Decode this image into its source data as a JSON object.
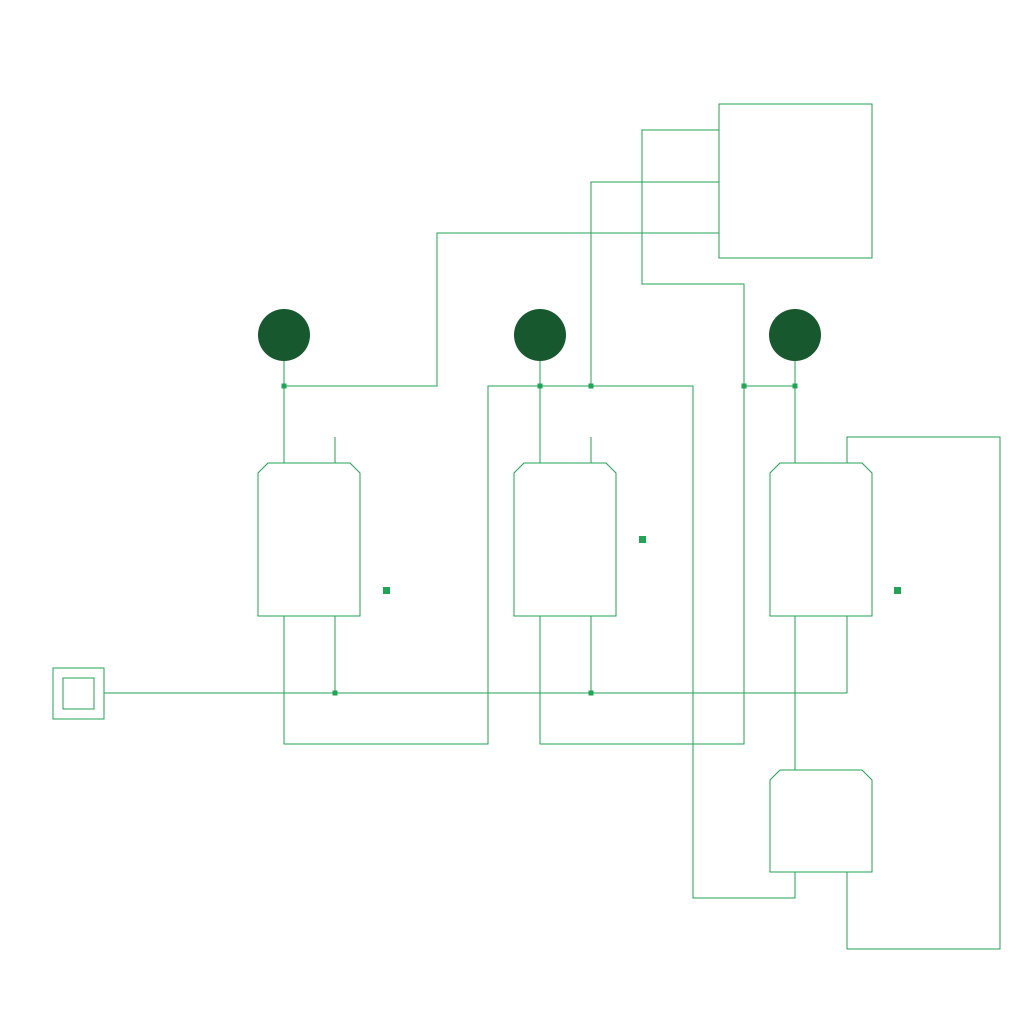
{
  "colors": {
    "background": "#ffffff",
    "wire": "#22a356",
    "block_outline": "#22a356",
    "junction": "#22a356",
    "port_marker": "#22a356",
    "lamp_fill": "#17582f"
  },
  "diagram": {
    "lamps": [
      "lamp-1",
      "lamp-2",
      "lamp-3"
    ],
    "gates": [
      "gate-1",
      "gate-2",
      "gate-3",
      "gate-4"
    ],
    "blocks": [
      "output-block"
    ],
    "inputs": [
      "input-terminal"
    ]
  }
}
